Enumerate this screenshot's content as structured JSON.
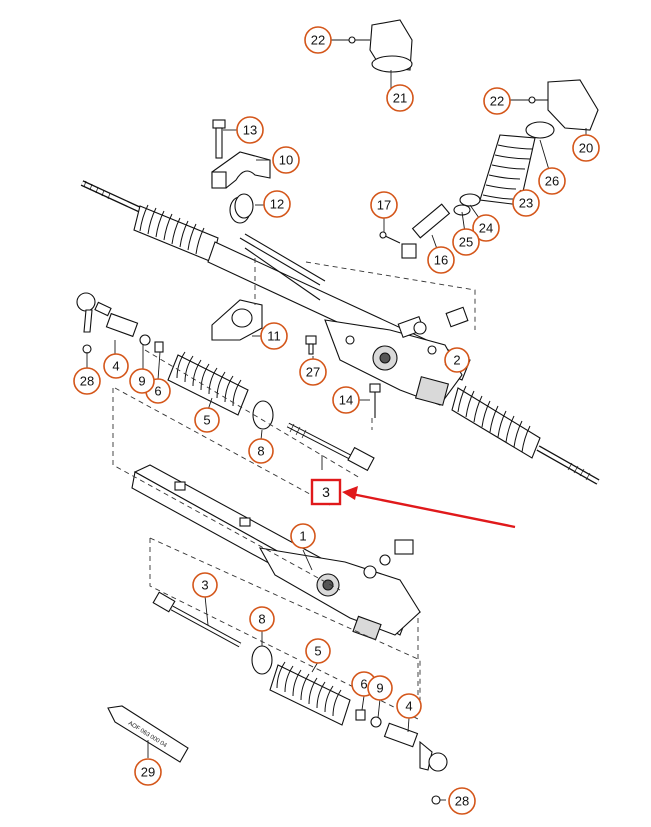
{
  "callouts": {
    "c1": "1",
    "c2": "2",
    "c3_center": "3",
    "c3_lower": "3",
    "c4_left": "4",
    "c4_right": "4",
    "c5_mid": "5",
    "c5_lower": "5",
    "c6_mid": "6",
    "c6_lower": "6",
    "c8_mid": "8",
    "c8_lower": "8",
    "c9_mid": "9",
    "c9_lower": "9",
    "c10": "10",
    "c11": "11",
    "c12": "12",
    "c13": "13",
    "c14": "14",
    "c16": "16",
    "c17": "17",
    "c20": "20",
    "c21": "21",
    "c22_top": "22",
    "c22_right": "22",
    "c23": "23",
    "c24": "24",
    "c25": "25",
    "c26": "26",
    "c27": "27",
    "c28_left": "28",
    "c28_right": "28",
    "c29": "29"
  },
  "highlight": {
    "label": "3",
    "color": "#e0191b"
  },
  "tube_label": "AOF 063 000 04",
  "colors": {
    "callout_ring": "#d4561a",
    "highlight": "#e0191b",
    "line": "#111111"
  }
}
